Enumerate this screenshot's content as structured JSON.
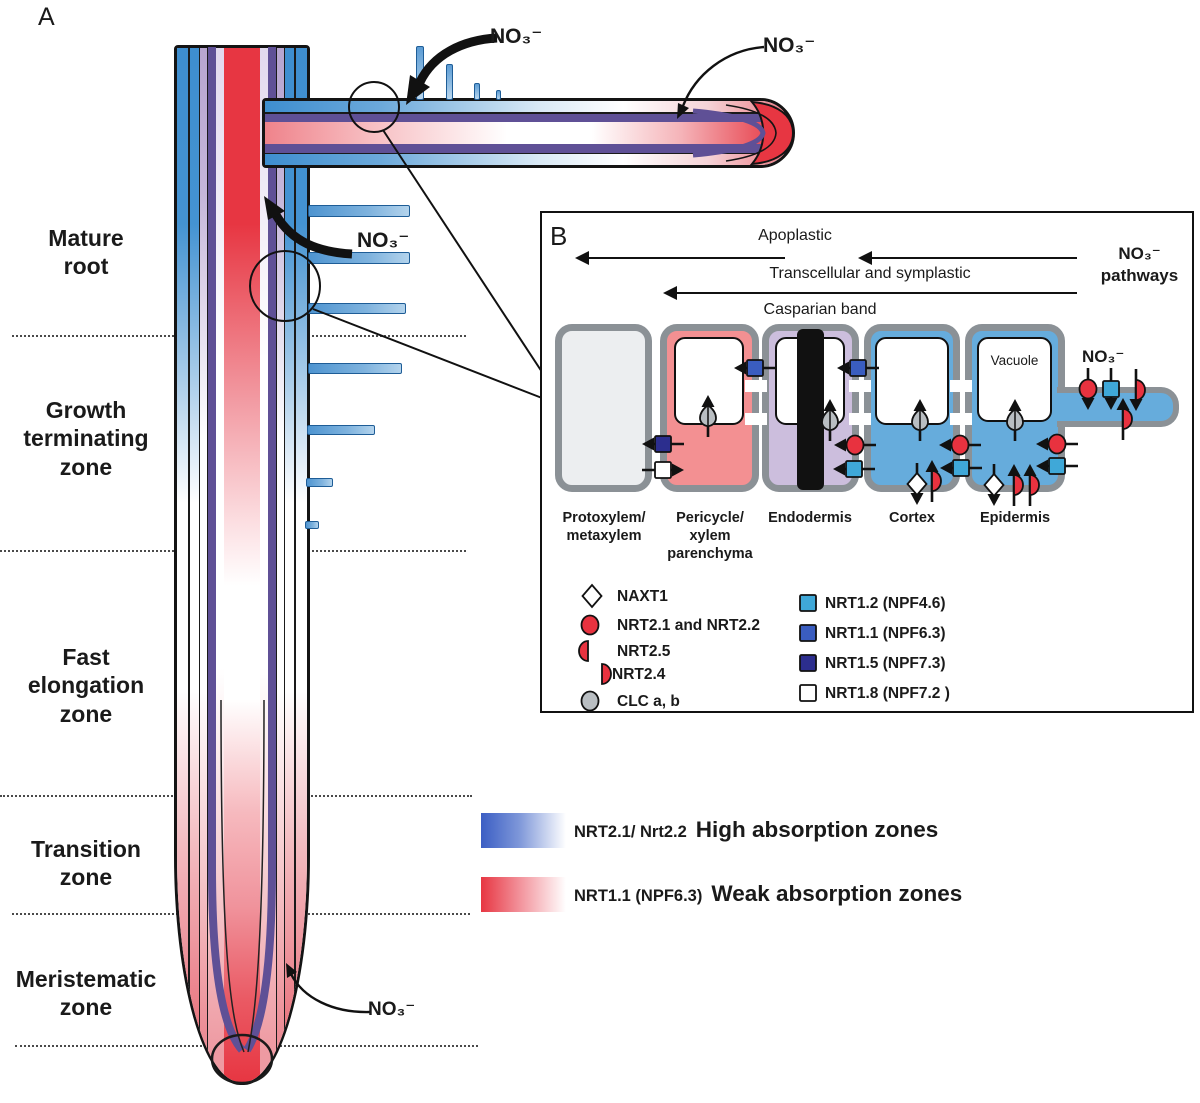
{
  "figure_title": "Nitrate absorption and transport zones in plant root",
  "panel_a": {
    "label": "A",
    "zones": [
      "Mature\nroot",
      "Growth\nterminating\nzone",
      "Fast\nelongation\nzone",
      "Transition\nzone",
      "Meristematic\nzone"
    ],
    "no3_lateral": "NO₃⁻",
    "no3_lateral_tip": "NO₃⁻",
    "no3_main": "NO₃⁻",
    "no3_root_tip": "NO₃⁻",
    "absorption_legend": {
      "high": {
        "prefix": "NRT2.1/ Nrt2.2",
        "label": "High absorption zones",
        "color_left": "#3b5ec4"
      },
      "weak": {
        "prefix": "NRT1.1 (NPF6.3)",
        "label": "Weak absorption zones",
        "color_left": "#e73642"
      }
    }
  },
  "panel_b": {
    "label": "B",
    "pathway_apoplastic": "Apoplastic",
    "pathway_transcellular": "Transcellular and symplastic",
    "pathway_casparian": "Casparian band",
    "pathways_label": "NO₃⁻\npathways",
    "no3_hair": "NO₃⁻",
    "vacuole_label": "Vacuole",
    "cells": [
      {
        "name": "protoxylem",
        "label": "Protoxylem/\nmetaxylem",
        "fill": "#eceef0"
      },
      {
        "name": "pericycle",
        "label": "Pericycle/\nxylem\nparenchyma",
        "fill": "#f39092"
      },
      {
        "name": "endodermis",
        "label": "Endodermis",
        "fill": "#ccbedd"
      },
      {
        "name": "cortex",
        "label": "Cortex",
        "fill": "#66acdc"
      },
      {
        "name": "epidermis",
        "label": "Epidermis",
        "fill": "#66acdc"
      }
    ],
    "legend_left": [
      {
        "symbol": "white-diamond",
        "label": "NAXT1"
      },
      {
        "symbol": "red-circle",
        "label": "NRT2.1 and NRT2.2"
      },
      {
        "symbol": "red-half-circle-left",
        "label": "NRT2.5"
      },
      {
        "symbol": "red-half-circle-right",
        "label": "NRT2.4"
      },
      {
        "symbol": "gray-circle",
        "label": "CLC a, b"
      }
    ],
    "legend_right": [
      {
        "symbol": "light-blue-square",
        "color": "#3fa8d8",
        "label": "NRT1.2 (NPF4.6)"
      },
      {
        "symbol": "blue-square",
        "color": "#3a5dc0",
        "label": "NRT1.1 (NPF6.3)"
      },
      {
        "symbol": "navy-square",
        "color": "#2c2e8e",
        "label": "NRT1.5 (NPF7.3)"
      },
      {
        "symbol": "white-square",
        "color": "#ffffff",
        "label": "NRT1.8 (NPF7.2 )"
      }
    ]
  },
  "colors": {
    "root_red": "#e73642",
    "root_blue": "#3e8ecf",
    "root_purple_stripe": "#5f5096",
    "root_lavender": "#b7a5d0",
    "cell_wall_gray": "#8b9196",
    "casparian_black": "#111111",
    "transporter_red": "#e8323f",
    "clc_gray": "#b9bec2"
  }
}
